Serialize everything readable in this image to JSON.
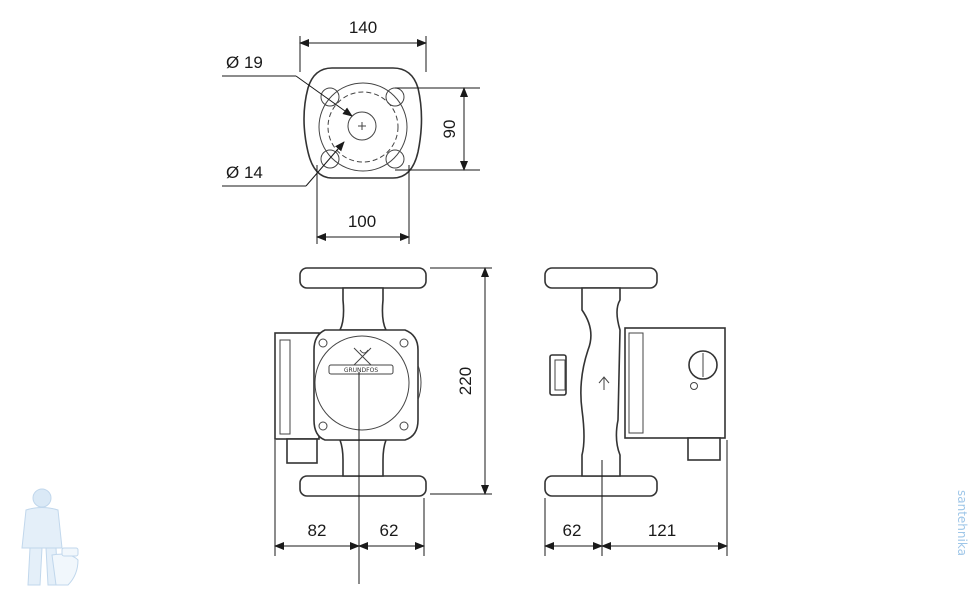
{
  "top_view": {
    "dim_width": "140",
    "dim_hole_spacing_x": "100",
    "dim_hole_spacing_y": "90",
    "dim_bore_large": "Ø 19",
    "dim_bore_small": "Ø 14"
  },
  "front_view": {
    "dim_height": "220",
    "dim_left": "82",
    "dim_right": "62",
    "logo_text": "GRUNDFOS"
  },
  "side_view": {
    "dim_left": "62",
    "dim_right": "121"
  },
  "watermark": {
    "text": "santehnika"
  }
}
